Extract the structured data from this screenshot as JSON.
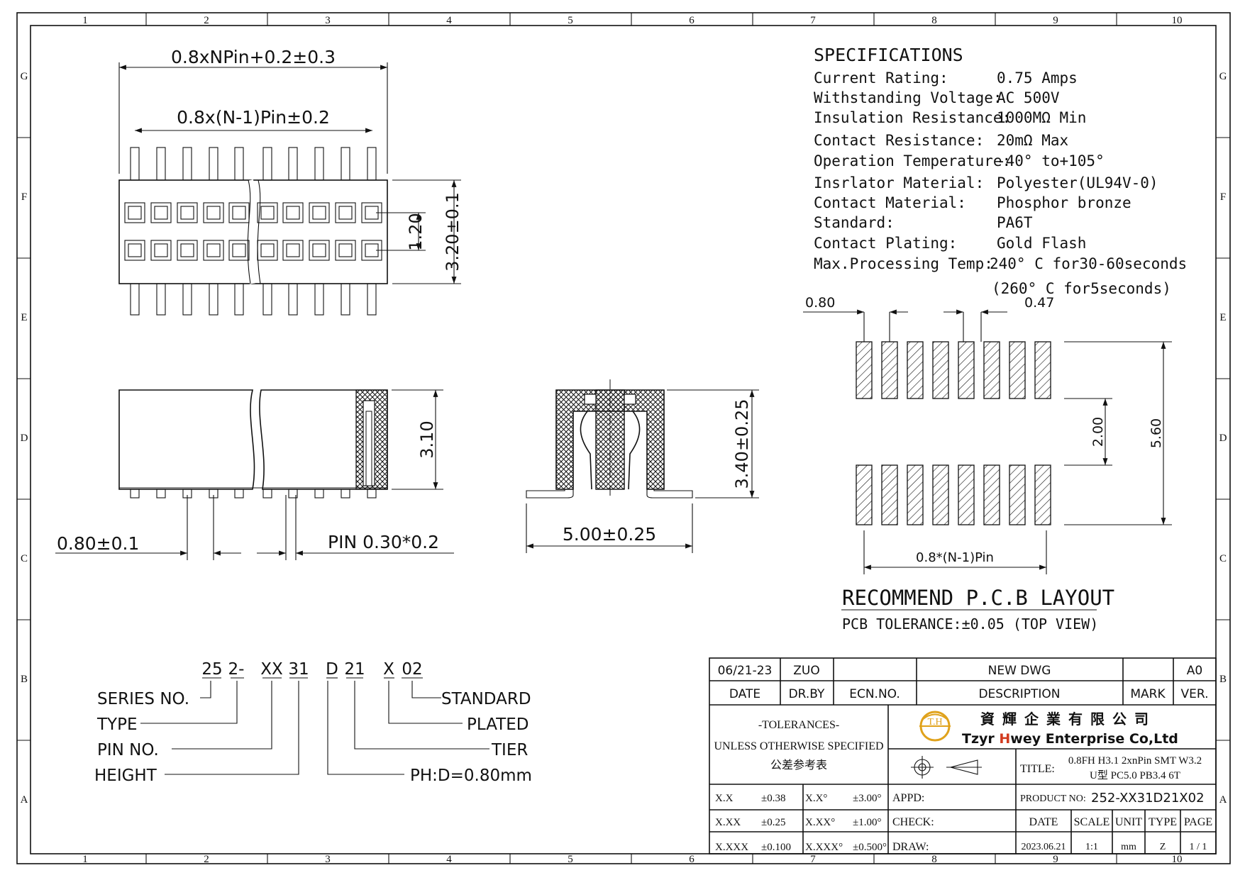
{
  "frame": {
    "col_labels": [
      "1",
      "2",
      "3",
      "4",
      "5",
      "6",
      "7",
      "8",
      "9",
      "10"
    ],
    "row_labels": [
      "G",
      "F",
      "E",
      "D",
      "C",
      "B",
      "A"
    ]
  },
  "specs": {
    "title": "SPECIFICATIONS",
    "rows": [
      {
        "label": "Current Rating:",
        "value": "0.75 Amps"
      },
      {
        "label": "Withstanding Voltage:",
        "value": "AC 500V"
      },
      {
        "label": "Insulation Resistance:",
        "value": "1000MΩ Min"
      },
      {
        "label": "Contact Resistance:",
        "value": "20mΩ Max"
      },
      {
        "label": "Operation Temperature:",
        "value": "-40° to+105°"
      },
      {
        "label": "Insrlator Material:",
        "value": "Polyester(UL94V-0)"
      },
      {
        "label": "Contact Material:",
        "value": "Phosphor bronze"
      },
      {
        "label": "Standard:",
        "value": "PA6T"
      },
      {
        "label": "Contact Plating:",
        "value": "Gold Flash"
      },
      {
        "label": "Max.Processing Temp:",
        "value": "240° C for30-60seconds"
      }
    ],
    "extra_line": "(260° C for5seconds)"
  },
  "dims": {
    "overall_length": "0.8xNPin+0.2±0.3",
    "pitch_span": "0.8x(N-1)Pin±0.2",
    "row_spacing": "1.20",
    "body_width": "3.20±0.1",
    "body_height": "3.10",
    "pitch": "0.80±0.1",
    "pin": "PIN  0.30*0.2",
    "total_height": "3.40±0.25",
    "foot_width": "5.00±0.25"
  },
  "pcb": {
    "pad_pitch": "0.80",
    "pad_width": "0.47",
    "row_gap": "2.00",
    "overall": "5.60",
    "span": "0.8*(N-1)Pin",
    "title": "RECOMMEND P.C.B LAYOUT",
    "tolerance": "PCB TOLERANCE:±0.05 (TOP VIEW)"
  },
  "partno": {
    "codes": [
      "25",
      "2-",
      "XX",
      "31",
      "D",
      "21",
      "X",
      "02"
    ],
    "left_labels": [
      "SERIES NO.",
      "TYPE",
      "PIN NO.",
      "HEIGHT"
    ],
    "right_labels": [
      "STANDARD",
      "PLATED",
      "TIER",
      "PH:D=0.80mm"
    ]
  },
  "title_block": {
    "rev_date": "06/21-23",
    "rev_by": "ZUO",
    "rev_desc": "NEW DWG",
    "rev_ver": "A0",
    "hdr_date": "DATE",
    "hdr_drby": "DR.BY",
    "hdr_ecn": "ECN.NO.",
    "hdr_desc": "DESCRIPTION",
    "hdr_mark": "MARK",
    "hdr_ver": "VER.",
    "tol_title": "-TOLERANCES-",
    "tol_sub": "UNLESS OTHERWISE SPECIFIED",
    "tol_cn": "公差参考表",
    "company_cn": "資 輝 企 業 有 限 公 司",
    "company_en_a": "Tzyr ",
    "company_en_h": "H",
    "company_en_b": "wey Enterprise Co,Ltd",
    "logo_text": "T.H",
    "title_label": "TITLE:",
    "title_l1": "0.8FH H3.1 2xnPin SMT W3.2",
    "title_l2": "U型 PC5.0 PB3.4 6T",
    "tol_rows": [
      [
        "X.X",
        "±0.38",
        "X.X°",
        "±3.00°"
      ],
      [
        "X.XX",
        "±0.25",
        "X.XX°",
        "±1.00°"
      ],
      [
        "X.XXX",
        "±0.100",
        "X.XXX°",
        "±0.500°"
      ]
    ],
    "appd": "APPD:",
    "check": "CHECK:",
    "draw": "DRAW:",
    "product_label": "PRODUCT NO:",
    "product_no": "252-XX31D21X02",
    "col_headers": [
      "DATE",
      "SCALE",
      "UNIT",
      "TYPE",
      "PAGE"
    ],
    "col_values": [
      "2023.06.21",
      "1:1",
      "mm",
      "Z",
      "1 / 1"
    ]
  }
}
